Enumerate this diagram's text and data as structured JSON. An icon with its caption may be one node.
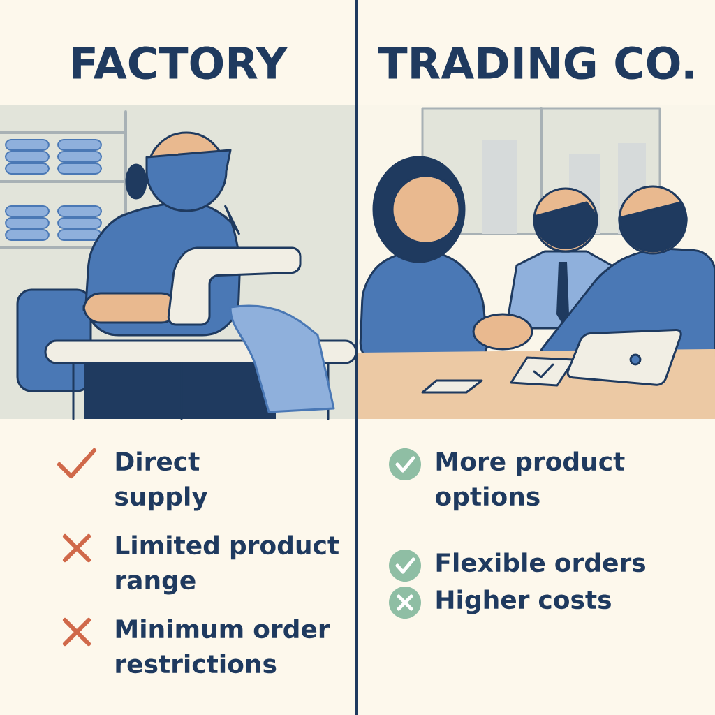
{
  "diagram": {
    "labels": [
      "FACTORY",
      "TRADING CO.",
      "Direct supply",
      "Limited product range",
      "Minimum order restrictions",
      "More product options",
      "Flexible orders",
      "Higher costs"
    ]
  }
}
